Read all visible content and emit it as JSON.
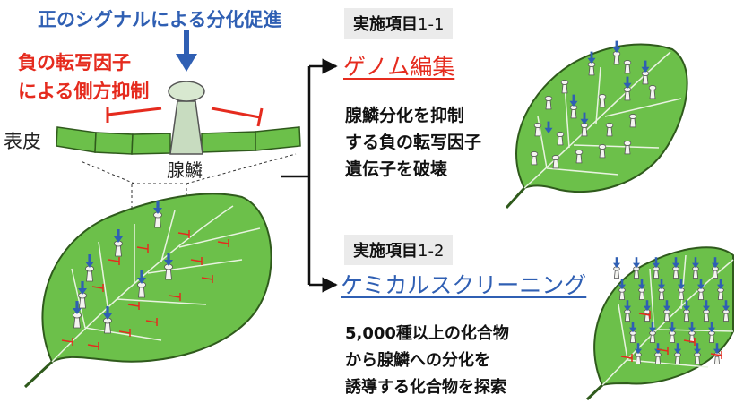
{
  "diagram": {
    "positive_signal_label": "正のシグナルによる分化促進",
    "negative_factor_label": [
      "負の転写因子",
      "による側方抑制"
    ],
    "epidermis_label": "表皮",
    "gland_label": "腺鱗",
    "item1": {
      "badge_main": "実施項目",
      "badge_num": "1-1",
      "method": "ゲノム編集",
      "description": [
        "腺鱗分化を抑制",
        "する負の転写因子",
        "遺伝子を破壊"
      ]
    },
    "item2": {
      "badge_main": "実施項目",
      "badge_num": "1-2",
      "method": "ケミカルスクリーニング",
      "description": [
        "5,000種以上の化合物",
        "から腺鱗への分化を",
        "誘導する化合物を探索"
      ]
    },
    "colors": {
      "leaf_fill": "#6cc04a",
      "leaf_stroke": "#2f5a1c",
      "signal_blue": "#2f5fb3",
      "inhibit_red": "#e52b1e",
      "badge_bg": "#ebebeb"
    }
  }
}
